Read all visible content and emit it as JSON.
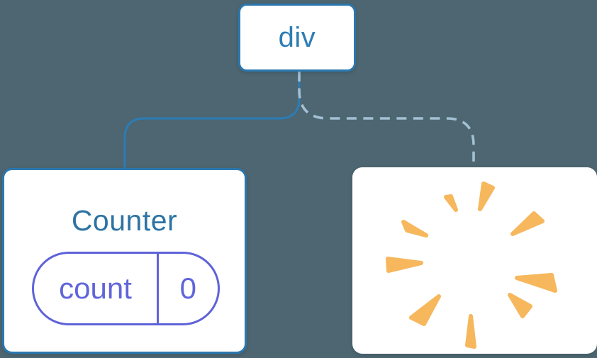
{
  "tree": {
    "root": {
      "label": "div"
    },
    "children": {
      "counter": {
        "title": "Counter",
        "state_pill": {
          "key": "count",
          "value": "0"
        },
        "connector_style": "solid"
      },
      "removed": {
        "icon": "poof-burst-icon",
        "connector_style": "dashed"
      }
    }
  },
  "colors": {
    "background": "#4d6671",
    "card_fill": "#ffffff",
    "node_border": "#2b77ae",
    "root_label_text": "#2f7db4",
    "counter_title_text": "#2d73a3",
    "state_pill_border": "#5f63d8",
    "state_pill_text": "#6065da",
    "connector_solid": "#2e7bb1",
    "connector_dashed": "#a3c0d4",
    "poof": "#f6b75d"
  }
}
